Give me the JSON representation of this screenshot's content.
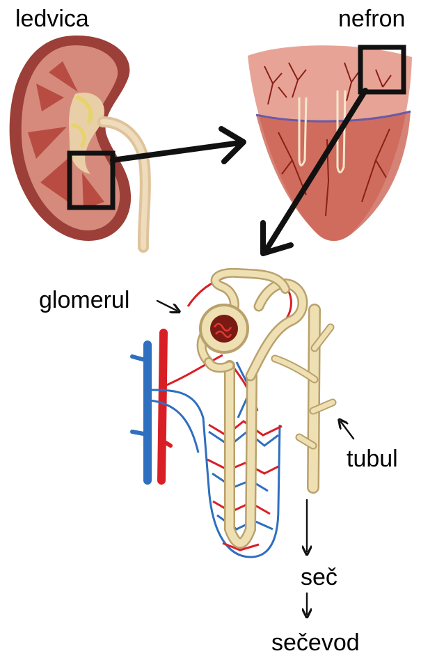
{
  "labels": {
    "kidney": "ledvica",
    "nephron": "nefron",
    "glomerulus": "glomerul",
    "tubule": "tubul",
    "urine": "seč",
    "ureter": "sečevod"
  },
  "colors": {
    "kidney_outer": "#9b3f38",
    "kidney_cortex": "#d58a7c",
    "kidney_pyramid": "#b84c43",
    "pelvis": "#e8cfa8",
    "fat": "#e7d36a",
    "wedge": "#e7a496",
    "artery": "#d91f26",
    "vein": "#2f6fbf",
    "tubule": "#efe0b4",
    "tubule_edge": "#b9a16b",
    "frame": "#111111"
  }
}
